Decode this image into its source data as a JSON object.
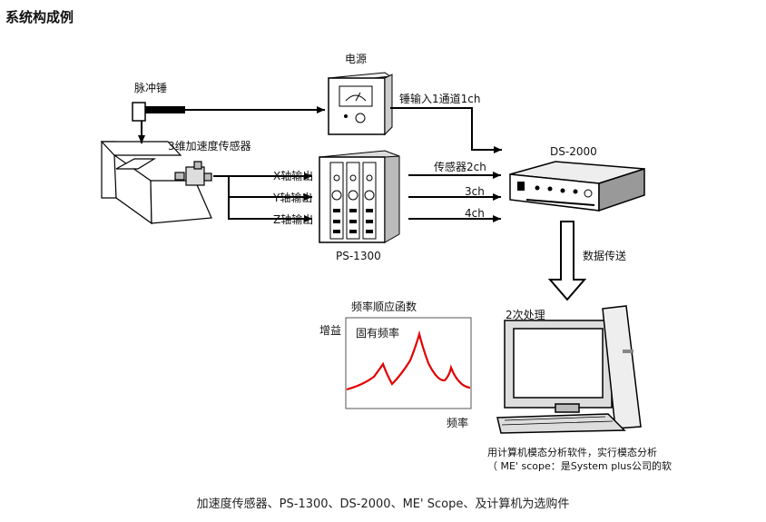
{
  "title": "系统构成例",
  "labels": {
    "hammer": "脉冲锤",
    "power": "电源",
    "hammer_input": "锤输入1通道1ch",
    "sensor": "3维加速度传感器",
    "x_out": "X轴输出",
    "y_out": "Y轴输出",
    "z_out": "Z轴输出",
    "ps": "PS-1300",
    "sensor_2ch": "传感器2ch",
    "ch3": "3ch",
    "ch4": "4ch",
    "ds": "DS-2000",
    "data_transfer": "数据传送",
    "frf_title": "频率顺应函数",
    "gain": "增益",
    "natural_freq": "固有频率",
    "freq": "频率",
    "secondary": "2次处理",
    "pc_note_1": "用计算机模态分析软件，实行模态分析",
    "pc_note_2": "（ ME' scope：是System plus公司的软"
  },
  "caption": "加速度传感器、PS-1300、DS-2000、ME' Scope、及计算机为选购件"
}
